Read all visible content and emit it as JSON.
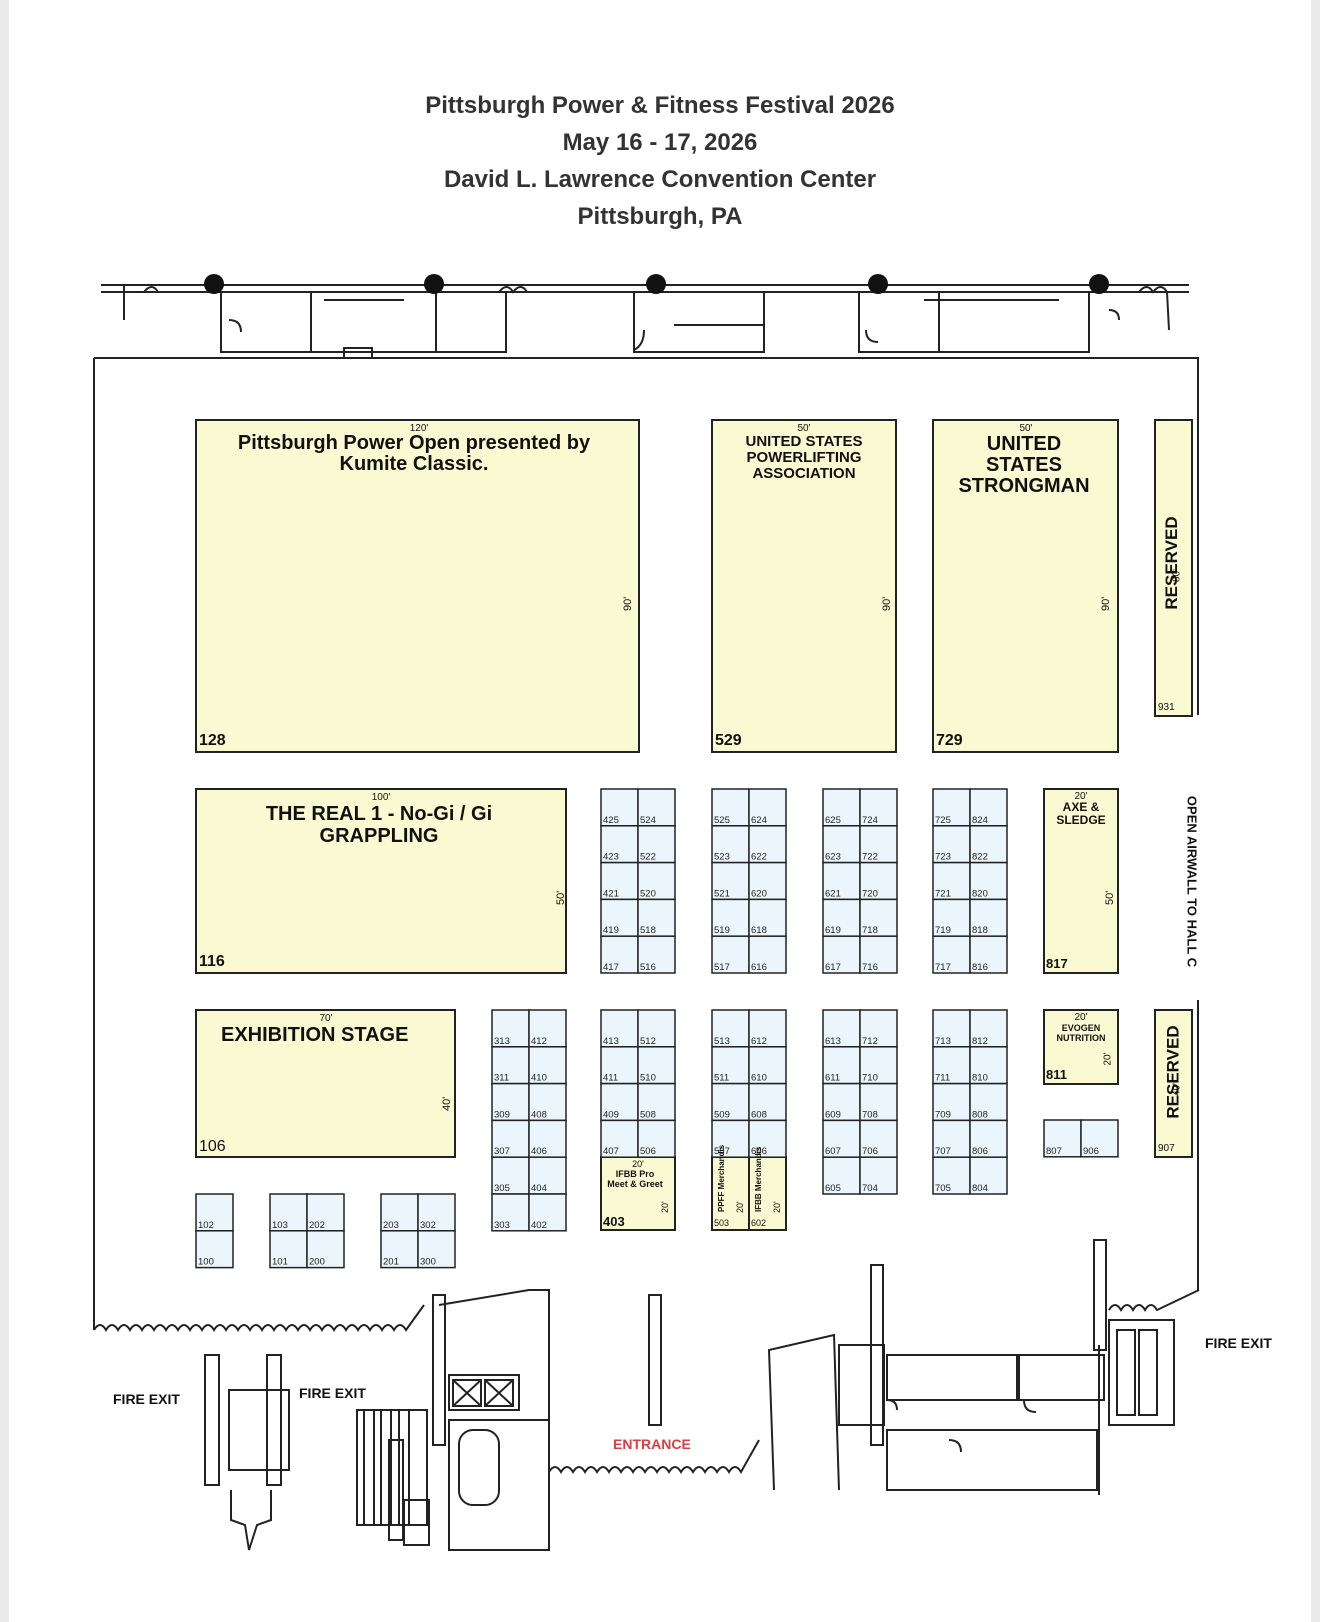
{
  "header": {
    "event": "Pittsburgh Power & Fitness Festival 2026",
    "dates": "May 16 - 17, 2026",
    "venue": "David L. Lawrence Convention Center",
    "city": "Pittsburgh, PA"
  },
  "colors": {
    "large_booth": "#fafad2",
    "small_booth": "#eaf6fb",
    "line": "#222222",
    "entrance": "#d94040"
  },
  "areas": {
    "a128": {
      "number": "128",
      "name": "Pittsburgh Power Open presented by Kumite Classic.",
      "width": "120'",
      "depth": "90'"
    },
    "a529": {
      "number": "529",
      "name": "UNITED STATES POWERLIFTING ASSOCIATION",
      "width": "50'",
      "depth": "90'"
    },
    "a729": {
      "number": "729",
      "name": "UNITED STATES STRONGMAN",
      "width": "50'",
      "depth": "90'"
    },
    "a931": {
      "number": "931",
      "name": "RESERVED",
      "depth": "80'"
    },
    "a116": {
      "number": "116",
      "name": "THE REAL 1 - No-Gi / Gi GRAPPLING",
      "width": "100'",
      "depth": "50'"
    },
    "a817": {
      "number": "817",
      "name": "AXE & SLEDGE",
      "width": "20'",
      "depth": "50'"
    },
    "a106": {
      "number": "106",
      "name": "EXHIBITION STAGE",
      "width": "70'",
      "depth": "40'"
    },
    "a811": {
      "number": "811",
      "name": "EVOGEN NUTRITION",
      "width": "20'",
      "depth": "20'"
    },
    "a907": {
      "number": "907",
      "name": "RESERVED",
      "depth": "40'"
    },
    "a403": {
      "number": "403",
      "name": "IFBB Pro Meet & Greet",
      "width": "20'",
      "depth": "20'"
    },
    "a503": {
      "number": "503",
      "name": "PPFF Merchandis",
      "depth": "20'"
    },
    "a602": {
      "number": "602",
      "name": "IFBB Merchandis",
      "depth": "20'"
    }
  },
  "booth_columns": {
    "c4top": [
      "425",
      "423",
      "421",
      "419",
      "417"
    ],
    "c5top": [
      "524",
      "522",
      "520",
      "518",
      "516"
    ],
    "c5top_b": [
      "525",
      "523",
      "521",
      "519",
      "517"
    ],
    "c6top": [
      "624",
      "622",
      "620",
      "618",
      "616"
    ],
    "c6top_b": [
      "625",
      "623",
      "621",
      "619",
      "617"
    ],
    "c7top": [
      "724",
      "722",
      "720",
      "718",
      "716"
    ],
    "c7top_b": [
      "725",
      "723",
      "721",
      "719",
      "717"
    ],
    "c8top": [
      "824",
      "822",
      "820",
      "818",
      "816"
    ],
    "c3": [
      "313",
      "311",
      "309",
      "307",
      "305",
      "303"
    ],
    "c4": [
      "412",
      "410",
      "408",
      "406",
      "404",
      "402"
    ],
    "c4b": [
      "413",
      "411",
      "409",
      "407"
    ],
    "c5": [
      "512",
      "510",
      "508",
      "506"
    ],
    "c5b": [
      "513",
      "511",
      "509",
      "507"
    ],
    "c6": [
      "612",
      "610",
      "608",
      "606"
    ],
    "c6b": [
      "613",
      "611",
      "609",
      "607",
      "605"
    ],
    "c7": [
      "712",
      "710",
      "708",
      "706",
      "704"
    ],
    "c7b": [
      "713",
      "711",
      "709",
      "707",
      "705"
    ],
    "c8": [
      "812",
      "810",
      "808",
      "806",
      "804"
    ],
    "pair_807": [
      "807",
      "906"
    ],
    "g1": [
      "102",
      "100"
    ],
    "g2a": [
      "103",
      "101"
    ],
    "g2b": [
      "202",
      "200"
    ],
    "g3a": [
      "203",
      "201"
    ],
    "g3b": [
      "302",
      "300"
    ]
  },
  "labels": {
    "fire_exit": "FIRE EXIT",
    "entrance": "ENTRANCE",
    "airwall": "OPEN AIRWALL TO HALL C"
  }
}
